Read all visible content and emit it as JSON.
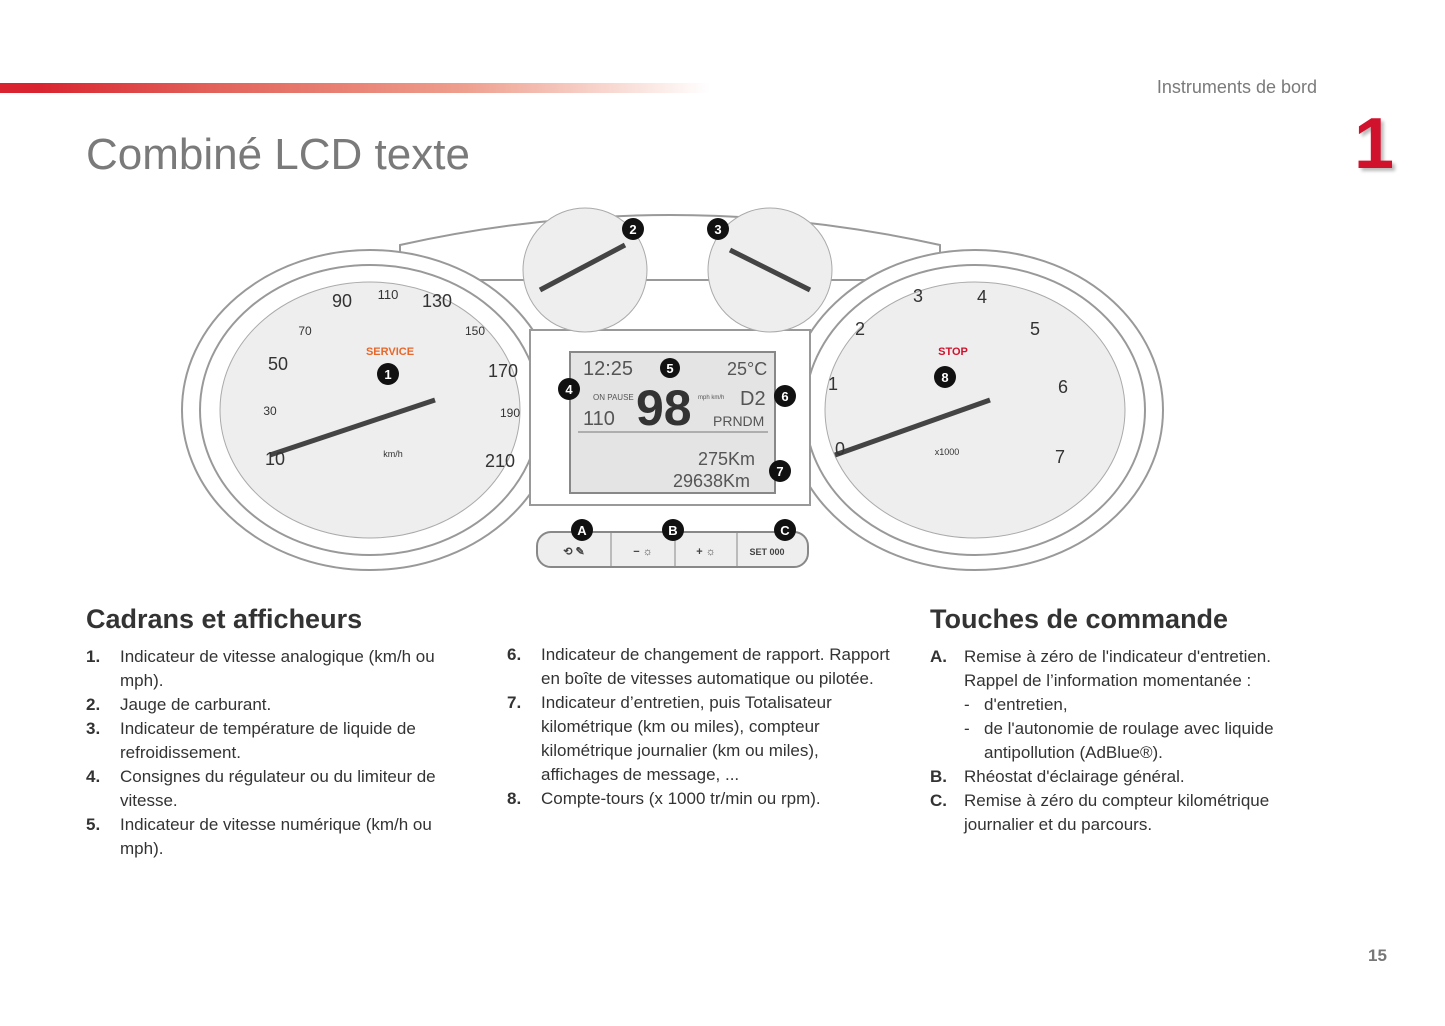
{
  "header": {
    "section": "Instruments de bord",
    "chapter": "1",
    "title": "Combiné LCD texte"
  },
  "cluster": {
    "speedo_ticks": [
      "10",
      "30",
      "50",
      "70",
      "90",
      "110",
      "130",
      "150",
      "170",
      "190",
      "210"
    ],
    "speed_unit": "km/h",
    "service_label": "SERVICE",
    "tacho_ticks": [
      "0",
      "1",
      "2",
      "3",
      "4",
      "5",
      "6",
      "7"
    ],
    "tacho_unit": "x1000",
    "stop_label": "STOP",
    "lcd": {
      "time": "12:25",
      "temp": "25°C",
      "cruise_state": "ON PAUSE",
      "cruise_speed": "110",
      "speed": "98",
      "speed_units": "mph km/h",
      "gear": "D2",
      "gear_strip": "PRNDM",
      "trip": "275Km",
      "odometer": "29638Km"
    },
    "buttons": {
      "a": "⟲ ✎",
      "b": "− ☼",
      "c": "+ ☼",
      "d": "SET 000"
    },
    "callouts": [
      "1",
      "2",
      "3",
      "4",
      "5",
      "6",
      "7",
      "8",
      "A",
      "B",
      "C"
    ]
  },
  "left": {
    "heading": "Cadrans et afficheurs",
    "items": [
      {
        "n": "1.",
        "t": "Indicateur de vitesse analogique (km/h ou mph)."
      },
      {
        "n": "2.",
        "t": "Jauge de carburant."
      },
      {
        "n": "3.",
        "t": "Indicateur de température de liquide de refroidissement."
      },
      {
        "n": "4.",
        "t": "Consignes du régulateur ou du limiteur de vitesse."
      },
      {
        "n": "5.",
        "t": "Indicateur de vitesse numérique (km/h ou mph)."
      }
    ]
  },
  "middle": {
    "items": [
      {
        "n": "6.",
        "t": "Indicateur de changement de rapport. Rapport en boîte de vitesses automatique ou pilotée."
      },
      {
        "n": "7.",
        "t": "Indicateur d’entretien, puis Totalisateur kilométrique (km ou miles), compteur kilométrique journalier (km ou miles), affichages de message, ..."
      },
      {
        "n": "8.",
        "t": "Compte-tours (x 1000 tr/min ou rpm)."
      }
    ]
  },
  "right": {
    "heading": "Touches de commande",
    "items": [
      {
        "n": "A.",
        "t": "Remise à zéro de l'indicateur d'entretien. Rappel de l’information momentanée :"
      },
      {
        "n": "",
        "t": "d'entretien,",
        "dash": "-"
      },
      {
        "n": "",
        "t": "de l'autonomie de roulage avec liquide antipollution (AdBlue®).",
        "dash": "-"
      },
      {
        "n": "B.",
        "t": "Rhéostat d'éclairage général."
      },
      {
        "n": "C.",
        "t": "Remise à zéro du compteur kilométrique journalier et du parcours."
      }
    ]
  },
  "page_number": "15",
  "colors": {
    "accent": "#d0122c",
    "warning_orange": "#e8672a",
    "indicator_green": "#8cc63f"
  }
}
